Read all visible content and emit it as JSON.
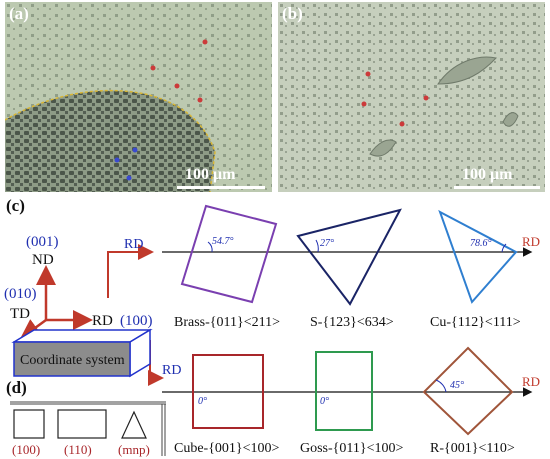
{
  "panels": {
    "a": {
      "label": "(a)",
      "scale": "100 μm"
    },
    "b": {
      "label": "(b)",
      "scale": "100 μm"
    },
    "c": {
      "label": "(c)"
    },
    "d": {
      "label": "(d)"
    }
  },
  "coordinate": {
    "nd_index": "(001)",
    "nd": "ND",
    "td_index": "(010)",
    "td": "TD",
    "rd": "RD",
    "rd_index": "(100)",
    "box_label": "Coordinate system",
    "rd_top": "RD",
    "rd_bottom": "RD"
  },
  "textures": {
    "brass": {
      "label": "Brass-{011}<211>",
      "angle": "54.7°"
    },
    "s": {
      "label": "S-{123}<634>",
      "angle": "27°"
    },
    "cu": {
      "label": "Cu-{112}<111>",
      "angle": "78.6°"
    },
    "cube": {
      "label": "Cube-{001}<100>",
      "angle": "0°"
    },
    "goss": {
      "label": "Goss-{011}<100>",
      "angle": "0°"
    },
    "r": {
      "label": "R-{001}<110>",
      "angle": "45°"
    },
    "rd_right_top": "RD",
    "rd_right_bottom": "RD"
  },
  "legend": {
    "items": [
      "(100)",
      "(110)",
      "(mnp)"
    ]
  },
  "colors": {
    "brass": "#7a3fb0",
    "s": "#1a2466",
    "cu": "#2f7fd0",
    "cube": "#a8262a",
    "goss": "#2e9a4f",
    "r": "#a0553a",
    "arrow": "#c0392b",
    "blue_text": "#1f2fb0"
  }
}
